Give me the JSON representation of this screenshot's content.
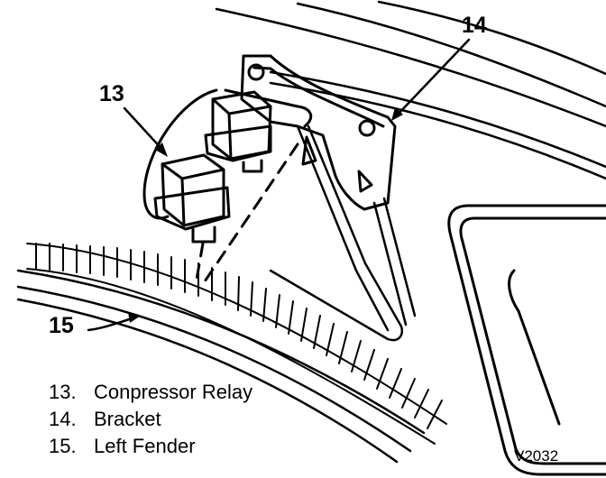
{
  "callouts": {
    "relay": "13",
    "bracket": "14",
    "fender": "15"
  },
  "legend": [
    {
      "num": "13.",
      "label": "Conpressor Relay"
    },
    {
      "num": "14.",
      "label": "Bracket"
    },
    {
      "num": "15.",
      "label": "Left Fender"
    }
  ],
  "figure_code": "V2032",
  "colors": {
    "ink": "#000000",
    "paper": "#ffffff"
  }
}
